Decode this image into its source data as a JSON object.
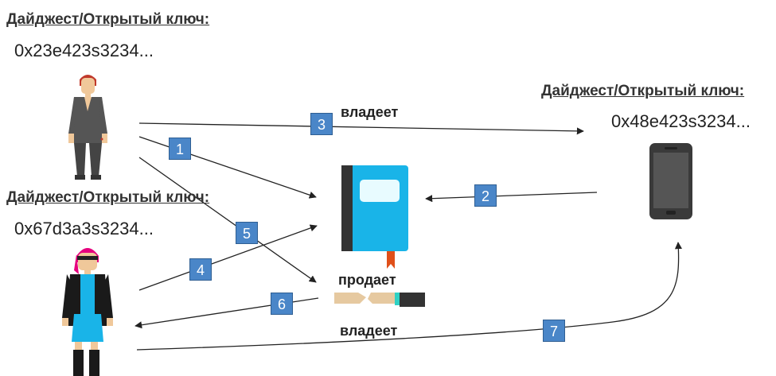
{
  "owner1": {
    "title": "Дайджест/Открытый ключ:",
    "key": "0x23e423s3234..."
  },
  "owner2": {
    "title": "Дайджест/Открытый ключ:",
    "key": "0x67d3a3s3234..."
  },
  "device": {
    "title": "Дайджест/Открытый ключ:",
    "key": "0x48e423s3234..."
  },
  "labels": {
    "owns_top": "владеет",
    "sells": "продает",
    "owns_bottom": "владеет"
  },
  "steps": [
    "1",
    "2",
    "3",
    "4",
    "5",
    "6",
    "7"
  ],
  "colors": {
    "book": "#19b4e8",
    "badge": "#4a86c8",
    "woman_hair": "#e6007e",
    "man_hair": "#c0392b"
  }
}
